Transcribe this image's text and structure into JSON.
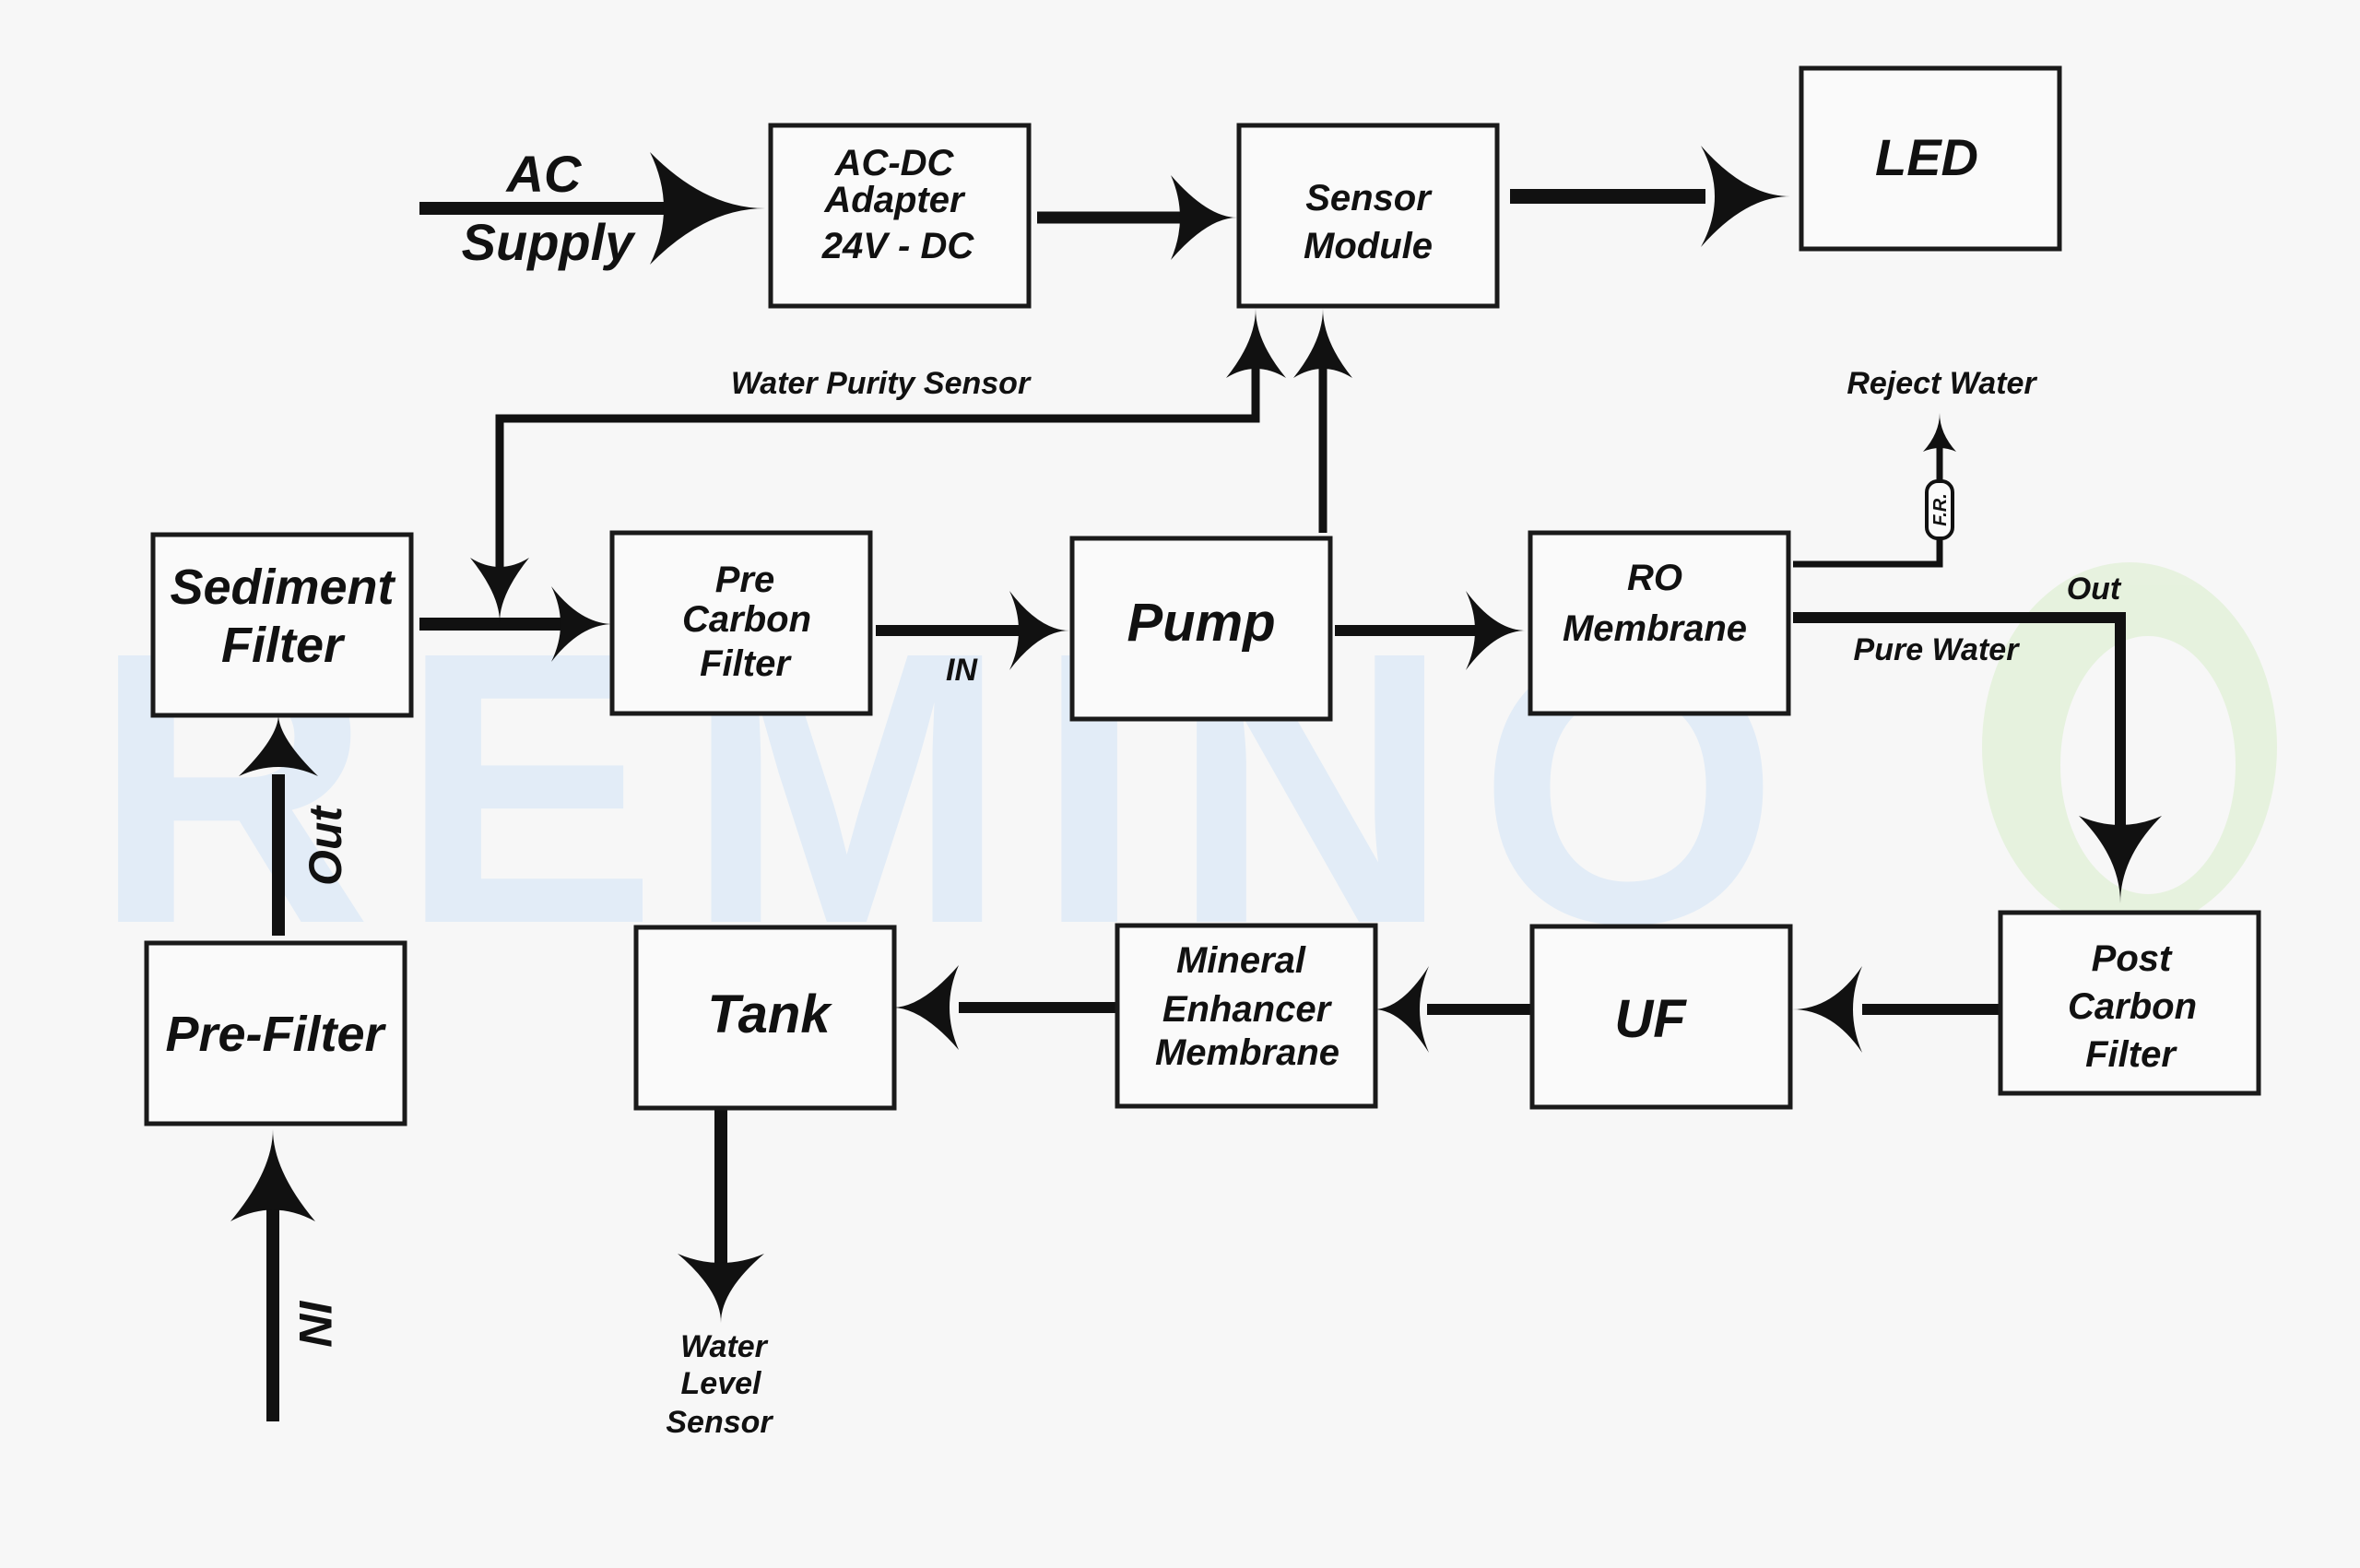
{
  "colors": {
    "background": "#f7f7f7",
    "ink": "#111111",
    "watermark": "#dbe9f7",
    "watermark_leaf": "#dcefcf"
  },
  "watermark": {
    "text": "REMINO"
  },
  "blocks": {
    "ac_dc_adapter": {
      "lines": [
        "AC-DC",
        "Adapter",
        "24V - DC"
      ]
    },
    "sensor_module": {
      "lines": [
        "Sensor",
        "Module"
      ]
    },
    "led": {
      "lines": [
        "LED"
      ]
    },
    "sediment_filter": {
      "lines": [
        "Sediment",
        "Filter"
      ]
    },
    "pre_carbon_filter": {
      "lines": [
        "Pre",
        "Carbon",
        "Filter"
      ]
    },
    "pump": {
      "lines": [
        "Pump"
      ]
    },
    "ro_membrane": {
      "lines": [
        "RO",
        "Membrane"
      ]
    },
    "pre_filter": {
      "lines": [
        "Pre-Filter"
      ]
    },
    "tank": {
      "lines": [
        "Tank"
      ]
    },
    "mineral_enhancer": {
      "lines": [
        "Mineral",
        "Enhancer",
        "Membrane"
      ]
    },
    "uf": {
      "lines": [
        "UF"
      ]
    },
    "post_carbon_filter": {
      "lines": [
        "Post",
        "Carbon",
        "Filter"
      ]
    }
  },
  "labels": {
    "ac": "AC",
    "supply": "Supply",
    "water_purity_sensor": "Water Purity Sensor",
    "reject_water": "Reject Water",
    "flow_restrictor": "F.R.",
    "out_ro": "Out",
    "pure_water": "Pure Water",
    "in_pump": "IN",
    "out_prefilter": "Out",
    "in_prefilter": "IN",
    "water_level_sensor": [
      "Water",
      "Level",
      "Sensor"
    ]
  }
}
